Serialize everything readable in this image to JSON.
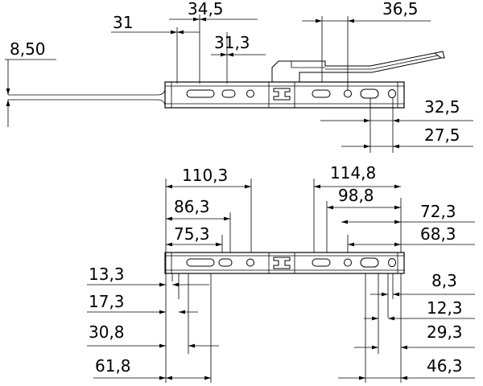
{
  "top_view": {
    "dims": {
      "d31": "31",
      "d34_5": "34,5",
      "d31_3": "31,3",
      "d8_50": "8,50",
      "d36_5": "36,5",
      "d32_5": "32,5",
      "d27_5": "27,5"
    }
  },
  "bottom_view": {
    "dims": {
      "d110_3": "110,3",
      "d86_3": "86,3",
      "d75_3": "75,3",
      "d114_8": "114,8",
      "d98_8": "98,8",
      "d72_3": "72,3",
      "d68_3": "68,3",
      "d13_3": "13,3",
      "d17_3": "17,3",
      "d30_8": "30,8",
      "d61_8": "61,8",
      "d8_3": "8,3",
      "d12_3": "12,3",
      "d29_3": "29,3",
      "d46_3": "46,3"
    }
  }
}
